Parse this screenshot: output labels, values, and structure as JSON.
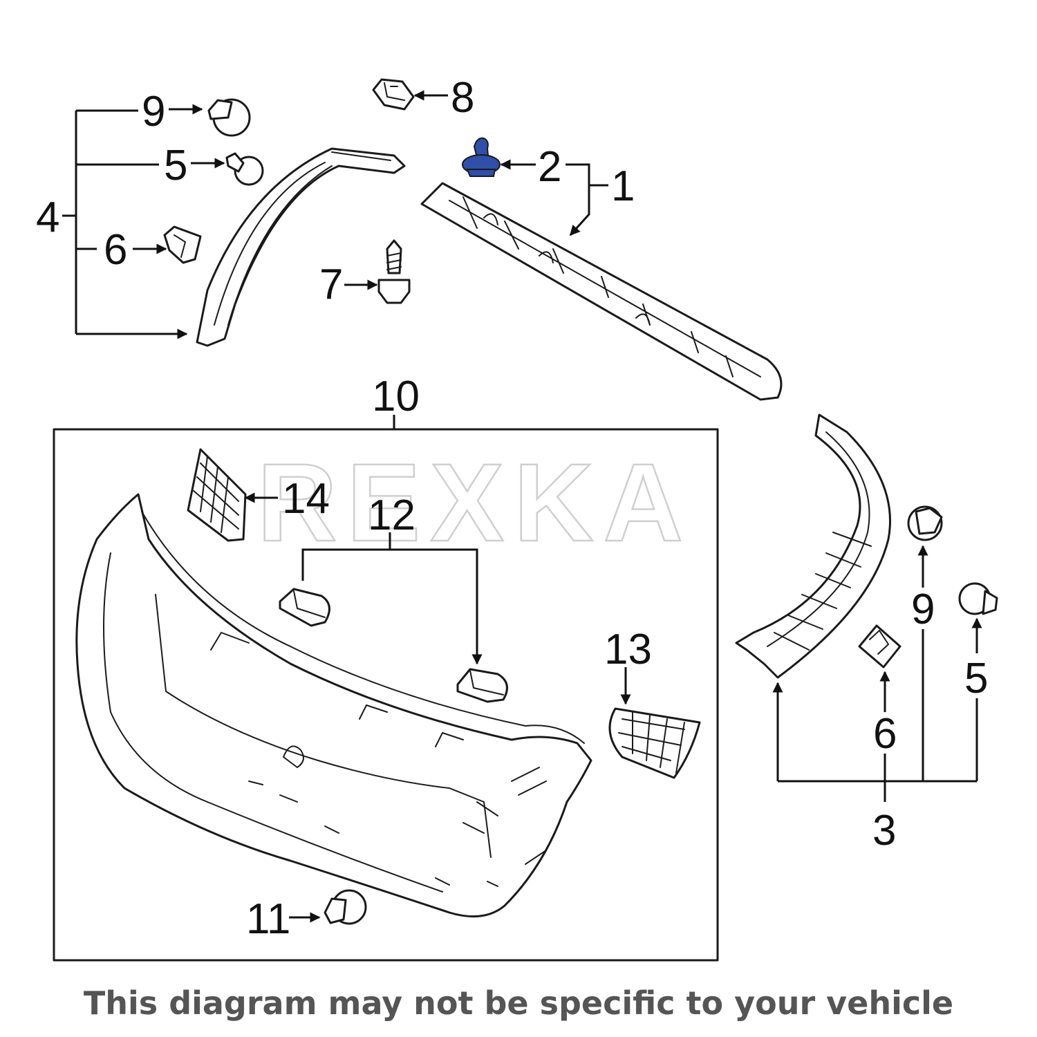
{
  "watermark": "REXKA",
  "disclaimer": "This diagram may not be specific to your vehicle",
  "colors": {
    "highlight": "#2f4fa8",
    "line": "#111111",
    "watermark": "#cfcfcf",
    "caption": "#555555"
  },
  "callouts": {
    "c1": "1",
    "c2": "2",
    "c3": "3",
    "c4": "4",
    "c5_left": "5",
    "c5_right": "5",
    "c6_left": "6",
    "c6_right": "6",
    "c7": "7",
    "c8": "8",
    "c9_left": "9",
    "c9_right": "9",
    "c10": "10",
    "c11": "11",
    "c12": "12",
    "c13": "13",
    "c14": "14"
  },
  "highlighted_part": "2"
}
